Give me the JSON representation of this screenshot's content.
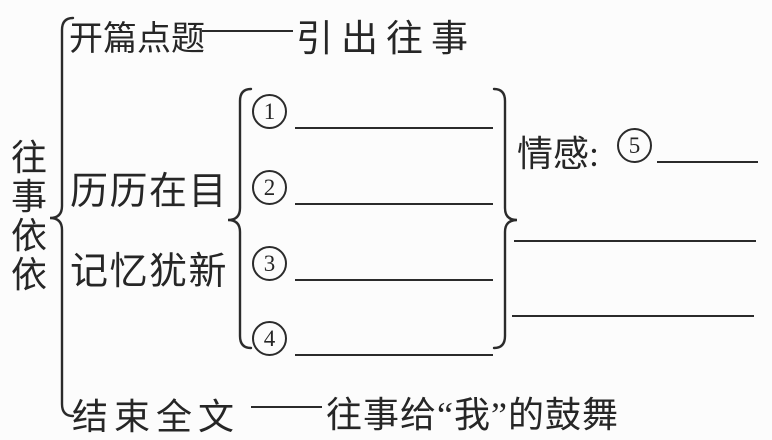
{
  "page": {
    "background": "#fcfcfc",
    "ink": "#2b2b2b",
    "description": "Structure outline diagram of the Chinese text 往事依依 with fill-in blanks"
  },
  "diagram": {
    "title_vertical": "往事依依",
    "top_branch": {
      "label": "开篇点题",
      "result": "引出往事"
    },
    "middle_branch": {
      "label_line1": "历历在目",
      "label_line2": "记忆犹新",
      "items": [
        {
          "number": "1",
          "circled": "①",
          "blank": "____"
        },
        {
          "number": "2",
          "circled": "②",
          "blank": "____"
        },
        {
          "number": "3",
          "circled": "③",
          "blank": "____"
        },
        {
          "number": "4",
          "circled": "④",
          "blank": "____"
        }
      ],
      "emotion": {
        "label": "情感:",
        "number": "5",
        "circled": "⑤",
        "blank": "____",
        "extra_blanks": [
          "____",
          "____"
        ]
      }
    },
    "bottom_branch": {
      "label": "结束全文",
      "result": "往事给“我”的鼓舞"
    }
  }
}
